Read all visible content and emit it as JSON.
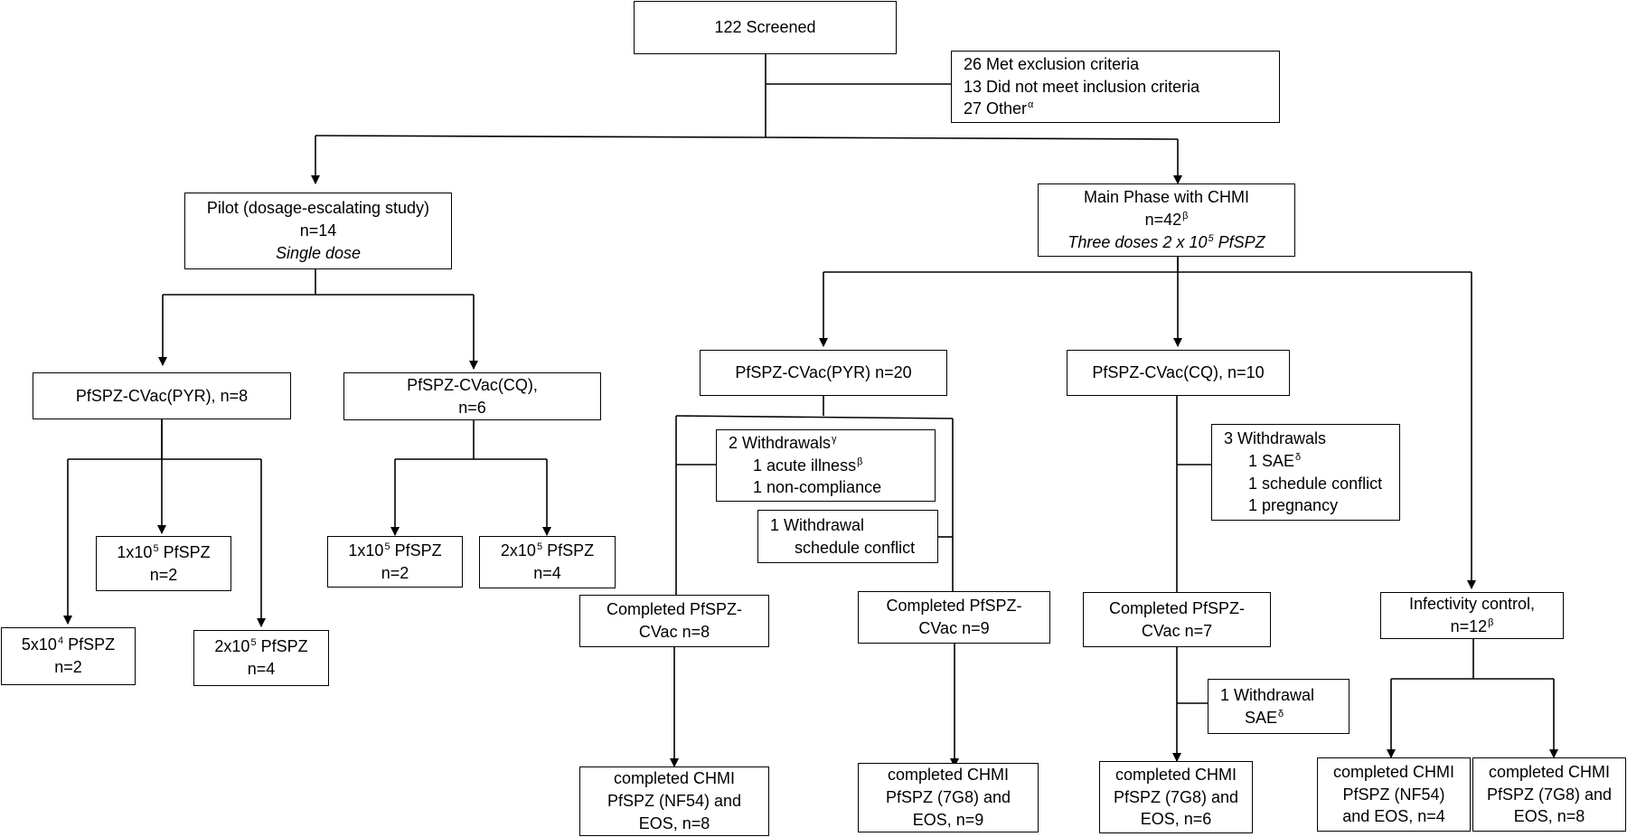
{
  "screened": {
    "text": "122 Screened"
  },
  "exclusions": {
    "line1": "26 Met exclusion criteria",
    "line2": "13 Did not meet inclusion criteria",
    "line3": "27 Other",
    "line3_sup": "α"
  },
  "pilot": {
    "title": "Pilot (dosage-escalating study)",
    "n": "n=14",
    "dose": "Single dose",
    "pyr": {
      "label": "PfSPZ-CVac(PYR), n=8"
    },
    "cq": {
      "line1": "PfSPZ-CVac(CQ),",
      "line2": "n=6"
    },
    "pyr_low": {
      "pre": "1x10",
      "sup": "5",
      "post": " PfSPZ",
      "n": "n=2"
    },
    "pyr_lowest": {
      "pre": "5x10",
      "sup": "4",
      "post": " PfSPZ",
      "n": "n=2"
    },
    "pyr_high": {
      "pre": "2x10",
      "sup": "5",
      "post": " PfSPZ",
      "n": "n=4"
    },
    "cq_low": {
      "pre": "1x10",
      "sup": "5",
      "post": " PfSPZ",
      "n": "n=2"
    },
    "cq_high": {
      "pre": "2x10",
      "sup": "5",
      "post": " PfSPZ",
      "n": "n=4"
    }
  },
  "main": {
    "title": "Main Phase with CHMI",
    "n": "n=42",
    "n_sup": "β",
    "dose_pre": "Three doses 2 x 10",
    "dose_sup": "5",
    "dose_post": " PfSPZ",
    "pyr": {
      "label": "PfSPZ-CVac(PYR) n=20"
    },
    "cq": {
      "label": "PfSPZ-CVac(CQ), n=10"
    },
    "pyr_withdrawals": {
      "line1": "2 Withdrawals",
      "line1_sup": "γ",
      "line2": "1 acute illness",
      "line2_sup": "β",
      "line3": "1 non-compliance"
    },
    "pyr_withdrawal2": {
      "line1": "1 Withdrawal",
      "line2": "schedule conflict"
    },
    "cq_withdrawals": {
      "line1": "3 Withdrawals",
      "line2": "1 SAE",
      "line2_sup": "δ",
      "line3": "1 schedule conflict",
      "line4": "1 pregnancy"
    },
    "pyr_completed_a": {
      "line1": "Completed PfSPZ-",
      "line2": "CVac n=8"
    },
    "pyr_completed_b": {
      "line1": "Completed PfSPZ-",
      "line2": "CVac n=9"
    },
    "cq_completed": {
      "line1": "Completed PfSPZ-",
      "line2": "CVac n=7"
    },
    "infectivity": {
      "line1": "Infectivity control,",
      "line2": "n=12",
      "line2_sup": "β"
    },
    "cq_withdrawal2": {
      "line1": "1 Withdrawal",
      "line2": "SAE",
      "line2_sup": "δ"
    },
    "chmi_pyr_a": {
      "line1": "completed CHMI",
      "line2": "PfSPZ (NF54) and",
      "line3": "EOS,  n=8"
    },
    "chmi_pyr_b": {
      "line1": "completed CHMI",
      "line2": "PfSPZ (7G8) and",
      "line3": "EOS, n=9"
    },
    "chmi_cq": {
      "line1": "completed CHMI",
      "line2": "PfSPZ (7G8) and",
      "line3": "EOS, n=6"
    },
    "chmi_inf_a": {
      "line1": "completed CHMI",
      "line2": "PfSPZ (NF54)",
      "line3": "and EOS, n=4"
    },
    "chmi_inf_b": {
      "line1": "completed CHMI",
      "line2": "PfSPZ (7G8) and",
      "line3": "EOS, n=8"
    }
  }
}
